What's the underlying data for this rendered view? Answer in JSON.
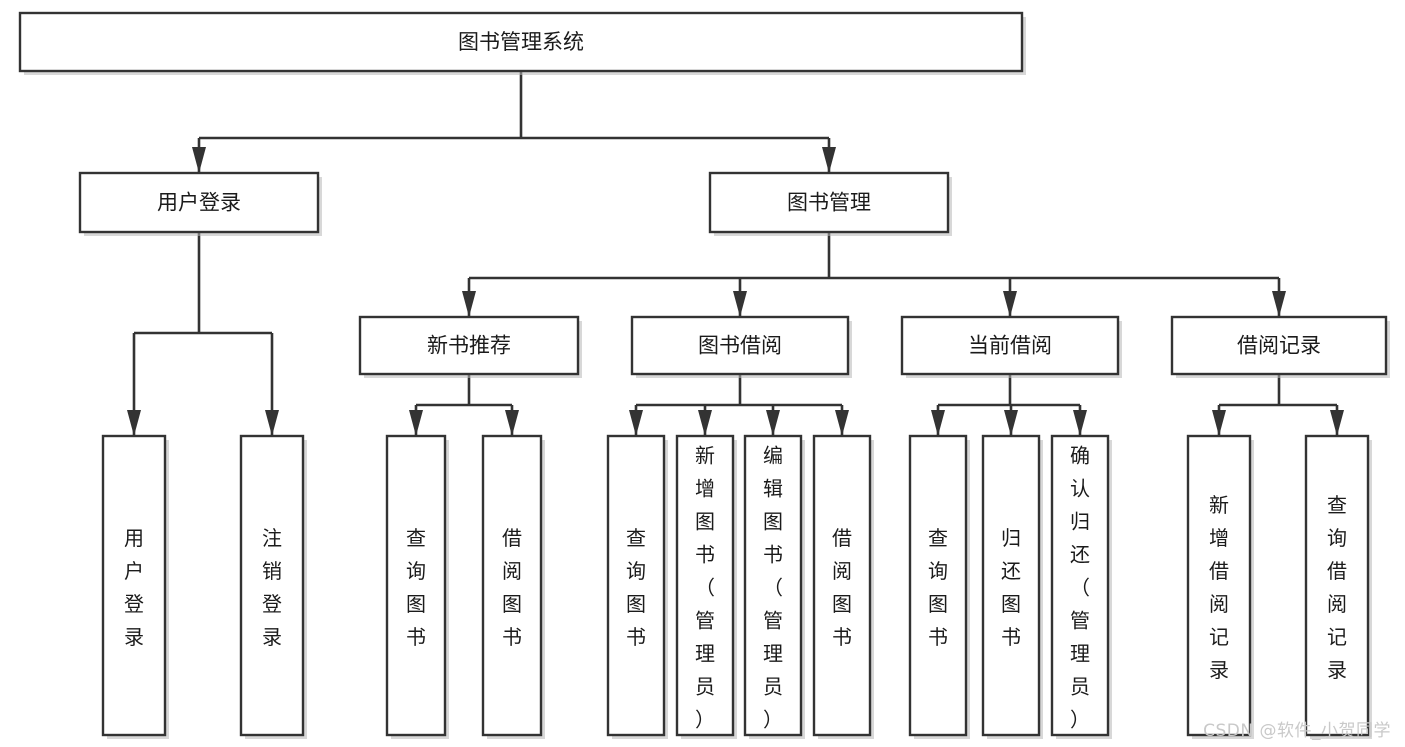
{
  "diagram": {
    "type": "tree",
    "title": "图书管理系统",
    "orientation": "top-down",
    "watermark": "CSDN @软件_小贺同学",
    "colors": {
      "box_fill": "#ffffff",
      "box_stroke": "#333333",
      "line": "#333333",
      "text": "#1b1b1b",
      "watermark": "#c9c9c9",
      "background": "#ffffff"
    },
    "nodes": {
      "root": {
        "label": "图书管理系统",
        "level": 1,
        "orientation": "horizontal"
      },
      "l2": [
        {
          "id": "user-login",
          "label": "用户登录",
          "level": 2,
          "orientation": "horizontal"
        },
        {
          "id": "book-manage",
          "label": "图书管理",
          "level": 2,
          "orientation": "horizontal"
        }
      ],
      "l3": [
        {
          "id": "new-book-rec",
          "label": "新书推荐",
          "level": 3,
          "orientation": "horizontal",
          "parent": "book-manage"
        },
        {
          "id": "book-borrow",
          "label": "图书借阅",
          "level": 3,
          "orientation": "horizontal",
          "parent": "book-manage"
        },
        {
          "id": "current-borrow",
          "label": "当前借阅",
          "level": 3,
          "orientation": "horizontal",
          "parent": "book-manage"
        },
        {
          "id": "borrow-record",
          "label": "借阅记录",
          "level": 3,
          "orientation": "horizontal",
          "parent": "book-manage"
        }
      ],
      "leaves": [
        {
          "id": "leaf-user-login",
          "label": "用户登录",
          "parent": "user-login",
          "orientation": "vertical"
        },
        {
          "id": "leaf-user-logout",
          "label": "注销登录",
          "parent": "user-login",
          "orientation": "vertical"
        },
        {
          "id": "leaf-rec-query",
          "label": "查询图书",
          "parent": "new-book-rec",
          "orientation": "vertical"
        },
        {
          "id": "leaf-rec-borrow",
          "label": "借阅图书",
          "parent": "new-book-rec",
          "orientation": "vertical"
        },
        {
          "id": "leaf-borrow-query",
          "label": "查询图书",
          "parent": "book-borrow",
          "orientation": "vertical"
        },
        {
          "id": "leaf-borrow-add",
          "label": "新增图书（管理员）",
          "parent": "book-borrow",
          "orientation": "vertical"
        },
        {
          "id": "leaf-borrow-edit",
          "label": "编辑图书（管理员）",
          "parent": "book-borrow",
          "orientation": "vertical"
        },
        {
          "id": "leaf-borrow-lend",
          "label": "借阅图书",
          "parent": "book-borrow",
          "orientation": "vertical"
        },
        {
          "id": "leaf-cur-query",
          "label": "查询图书",
          "parent": "current-borrow",
          "orientation": "vertical"
        },
        {
          "id": "leaf-cur-return",
          "label": "归还图书",
          "parent": "current-borrow",
          "orientation": "vertical"
        },
        {
          "id": "leaf-cur-confirm",
          "label": "确认归还（管理员）",
          "parent": "current-borrow",
          "orientation": "vertical"
        },
        {
          "id": "leaf-rec-add",
          "label": "新增借阅记录",
          "parent": "borrow-record",
          "orientation": "vertical"
        },
        {
          "id": "leaf-rec-query2",
          "label": "查询借阅记录",
          "parent": "borrow-record",
          "orientation": "vertical"
        }
      ]
    }
  }
}
